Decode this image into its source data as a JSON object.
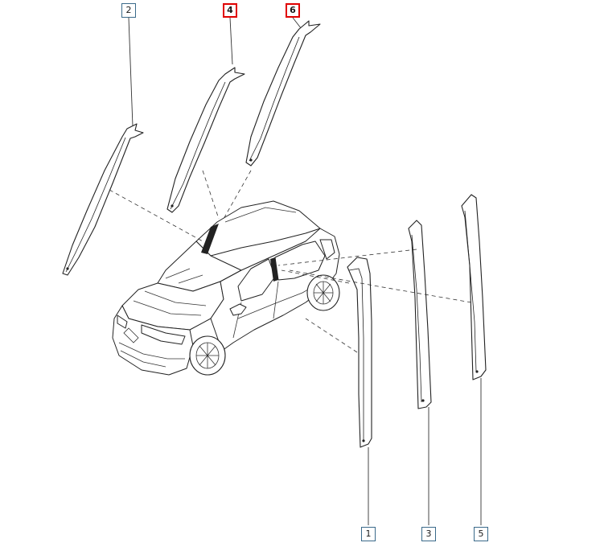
{
  "callouts": [
    {
      "id": "1",
      "label": "1",
      "highlighted": false
    },
    {
      "id": "2",
      "label": "2",
      "highlighted": false
    },
    {
      "id": "3",
      "label": "3",
      "highlighted": false
    },
    {
      "id": "4",
      "label": "4",
      "highlighted": true
    },
    {
      "id": "5",
      "label": "5",
      "highlighted": false
    },
    {
      "id": "6",
      "label": "6",
      "highlighted": true
    }
  ],
  "colors": {
    "highlight_border": "#e00000",
    "normal_border": "#3a6a8a",
    "line": "#222222"
  }
}
